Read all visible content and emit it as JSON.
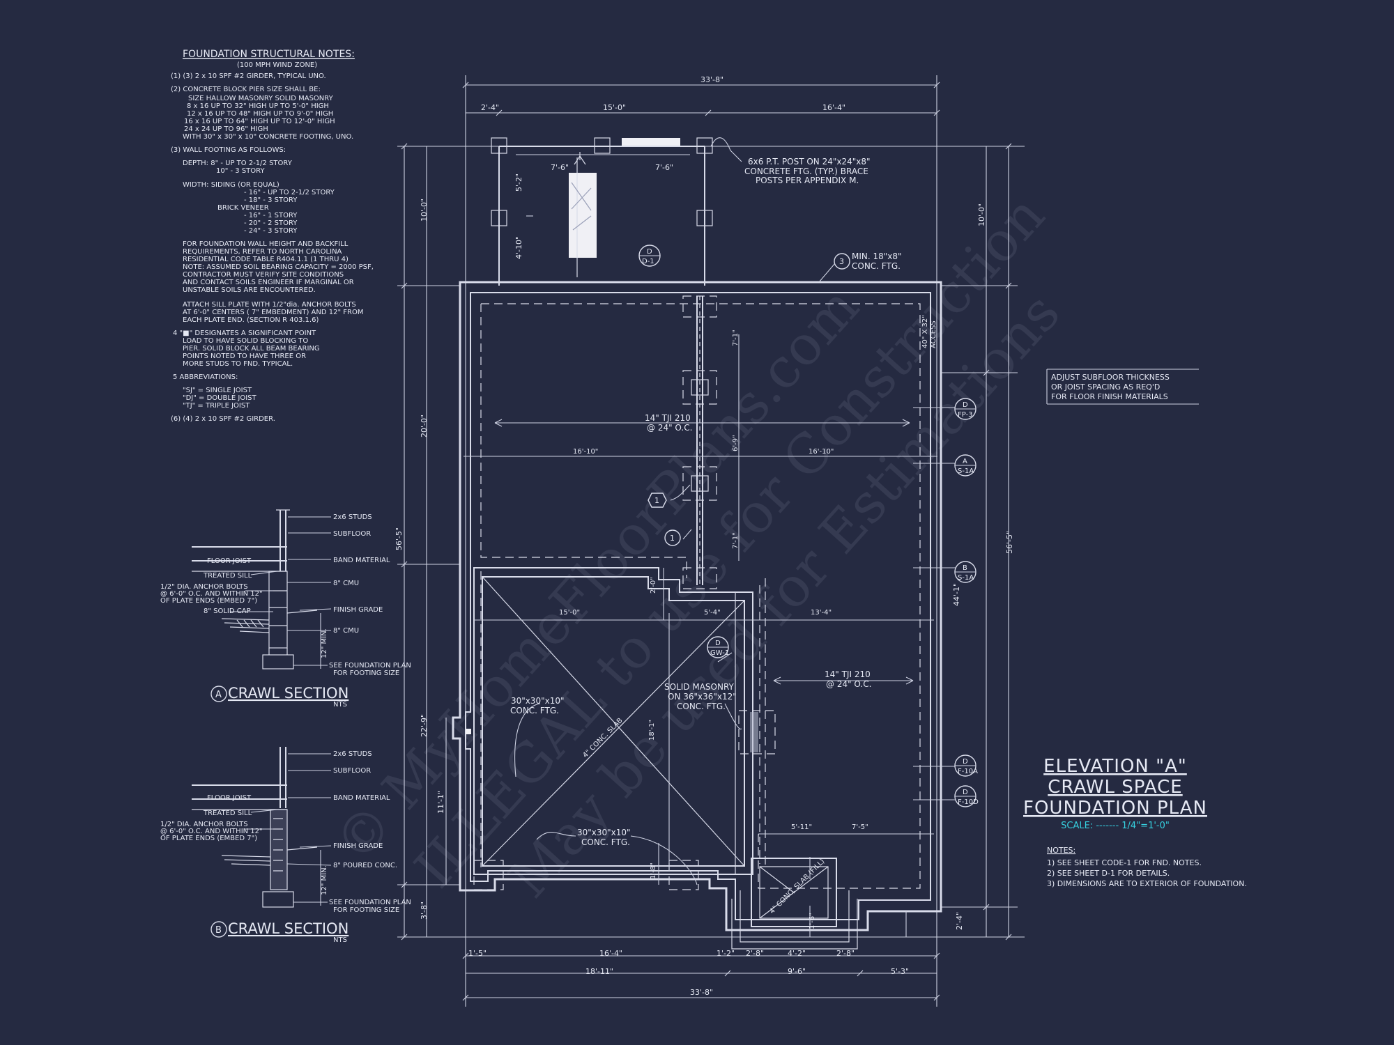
{
  "notes": {
    "title": "FOUNDATION STRUCTURAL NOTES:",
    "subtitle": "(100 MPH WIND ZONE)",
    "lines": [
      "(1) (3) 2 x 10 SPF #2 GIRDER, TYPICAL UNO.",
      "(2) CONCRETE BLOCK PIER SIZE SHALL BE:",
      "SIZE      HALLOW MASONRY     SOLID MASONRY",
      "8 x 16      UP TO 32\" HIGH      UP TO 5'-0\" HIGH",
      "12 x 16     UP TO 48\" HIGH      UP TO 9'-0\" HIGH",
      "16 x 16     UP TO 64\" HIGH      UP TO 12'-0\" HIGH",
      "24 x 24     UP TO 96\" HIGH",
      "WITH 30\" x 30\" x 10\" CONCRETE FOOTING, UNO.",
      "(3) WALL FOOTING AS FOLLOWS:",
      "DEPTH:  8\" - UP TO 2-1/2 STORY",
      "10\" - 3 STORY",
      "WIDTH:  SIDING (OR EQUAL)",
      "- 16\" - UP TO 2-1/2 STORY",
      "- 18\" - 3 STORY",
      "BRICK VENEER",
      "- 16\" - 1 STORY",
      "- 20\" - 2 STORY",
      "- 24\" - 3 STORY",
      "FOR FOUNDATION WALL HEIGHT AND BACKFILL",
      "REQUIREMENTS, REFER TO NORTH CAROLINA",
      "RESIDENTIAL CODE TABLE R404.1.1 (1 THRU 4)",
      "NOTE: ASSUMED SOIL BEARING CAPACITY = 2000 PSF,",
      "CONTRACTOR MUST VERIFY SITE CONDITIONS",
      "AND CONTACT SOILS ENGINEER IF MARGINAL OR",
      "UNSTABLE SOILS ARE ENCOUNTERED.",
      "ATTACH SILL PLATE WITH 1/2\"dia. ANCHOR BOLTS",
      "AT 6'-0\" CENTERS ( 7\" EMBEDMENT) AND 12\" FROM",
      "EACH PLATE END. (SECTION R 403.1.6)",
      "4  \"■\" DESIGNATES A SIGNIFICANT POINT",
      "LOAD TO HAVE SOLID BLOCKING TO",
      "PIER. SOLID BLOCK ALL BEAM BEARING",
      "POINTS NOTED TO HAVE THREE OR",
      "MORE STUDS TO FND. TYPICAL.",
      "5  ABBREVIATIONS:",
      "\"SJ\" = SINGLE JOIST",
      "\"DJ\" = DOUBLE JOIST",
      "\"TJ\" = TRIPLE JOIST",
      "(6) (4) 2 x 10 SPF #2 GIRDER."
    ]
  },
  "sections": {
    "a": {
      "letter": "A",
      "title": "CRAWL SECTION",
      "nts": "NTS",
      "labels": [
        "2x6 STUDS",
        "SUBFLOOR",
        "FLOOR JOIST",
        "BAND MATERIAL",
        "TREATED SILL",
        "1/2\" DIA. ANCHOR BOLTS",
        "@ 6'-0\" O.C. AND WITHIN 12\"",
        "OF PLATE ENDS (EMBED 7\")",
        "8\" CMU",
        "8\" SOLID CAP",
        "FINISH GRADE",
        "8\" CMU",
        "12\" MIN.",
        "SEE FOUNDATION PLAN",
        "FOR FOOTING SIZE"
      ]
    },
    "b": {
      "letter": "B",
      "title": "CRAWL SECTION",
      "nts": "NTS",
      "labels": [
        "2x6 STUDS",
        "SUBFLOOR",
        "FLOOR JOIST",
        "BAND MATERIAL",
        "TREATED SILL",
        "1/2\" DIA. ANCHOR BOLTS",
        "@ 6'-0\" O.C. AND WITHIN 12\"",
        "OF PLATE ENDS (EMBED 7\")",
        "FINISH GRADE",
        "8\" POURED CONC.",
        "12\" MIN.",
        "SEE FOUNDATION PLAN",
        "FOR FOOTING SIZE"
      ]
    }
  },
  "plan": {
    "dims_top": [
      "33'-8\"",
      "2'-4\"",
      "15'-0\"",
      "16'-4\"",
      "7'-6\"",
      "7'-6\""
    ],
    "dims_bottom": [
      "1'-5\"",
      "16'-4\"",
      "1'-2\"",
      "2'-8\"",
      "4'-2\"",
      "2'-8\"",
      "18'-11\"",
      "9'-6\"",
      "5'-3\"",
      "33'-8\""
    ],
    "dims_left": [
      "10'-0\"",
      "20'-0\"",
      "56'-5\"",
      "22'-9\"",
      "3'-8\"",
      "5'-2\"",
      "4'-10\"",
      "11'-1\""
    ],
    "dims_right": [
      "10'-0\"",
      "56'-5\"",
      "44'-1\"",
      "2'-4\""
    ],
    "dims_inner": [
      "16'-10\"",
      "16'-10\"",
      "15'-0\"",
      "5'-4\"",
      "13'-4\"",
      "5'-11\"",
      "7'-5\"",
      "2'-0\"",
      "7'-1\"",
      "6'-9\"",
      "7'-1\"",
      "18'-1\"",
      "1'-8\"",
      "1'-6\""
    ],
    "callouts": {
      "post": [
        "6x6 P.T. POST ON 24\"x24\"x8\"",
        "CONCRETE FTG. (TYP.) BRACE",
        "POSTS PER APPENDIX M."
      ],
      "min_ftg": [
        "MIN. 18\"x8\"",
        "CONC. FTG."
      ],
      "joist1": [
        "14\" TJI 210",
        "@ 24\" O.C."
      ],
      "joist2": [
        "14\" TJI 210",
        "@ 24\" O.C."
      ],
      "ftg1": [
        "30\"x30\"x10\"",
        "CONC. FTG."
      ],
      "ftg2": [
        "30\"x30\"x10\"",
        "CONC. FTG."
      ],
      "solid": [
        "SOLID MASONRY",
        "ON 36\"x36\"x12\"",
        "CONC. FTG."
      ],
      "slab": "4\" CONC. SLAB",
      "slab2": "4\" CONC. SLAB (FILL)",
      "access": [
        "40\" X 32\"",
        "ACCESS"
      ]
    },
    "bubbles": [
      {
        "top": "D",
        "bottom": "D-1"
      },
      {
        "top": "D",
        "bottom": "FP-3"
      },
      {
        "top": "A",
        "bottom": "S-1A"
      },
      {
        "top": "B",
        "bottom": "S-1A"
      },
      {
        "top": "D",
        "bottom": "GW-1"
      },
      {
        "top": "D",
        "bottom": "F-10A"
      },
      {
        "top": "D",
        "bottom": "F-10D"
      }
    ],
    "tags": [
      "3",
      "1",
      "1"
    ]
  },
  "subfloor_note": [
    "ADJUST SUBFLOOR THICKNESS",
    "OR JOIST SPACING AS REQ'D",
    "FOR FLOOR FINISH MATERIALS"
  ],
  "title_block": {
    "line1": "ELEVATION \"A\"",
    "line2": "CRAWL SPACE",
    "line3": "FOUNDATION PLAN",
    "scale": "SCALE: ------- 1/4\"=1'-0\"",
    "notes_heading": "NOTES:",
    "notes": [
      "1)  SEE SHEET CODE-1 FOR FND. NOTES.",
      "2)  SEE SHEET D-1 FOR DETAILS.",
      "3)  DIMENSIONS ARE TO EXTERIOR OF FOUNDATION."
    ]
  },
  "watermark": [
    "© MyHomeFloorPlans.com",
    "ILLEGAL to use for Construction",
    "May be used for Estimations"
  ]
}
